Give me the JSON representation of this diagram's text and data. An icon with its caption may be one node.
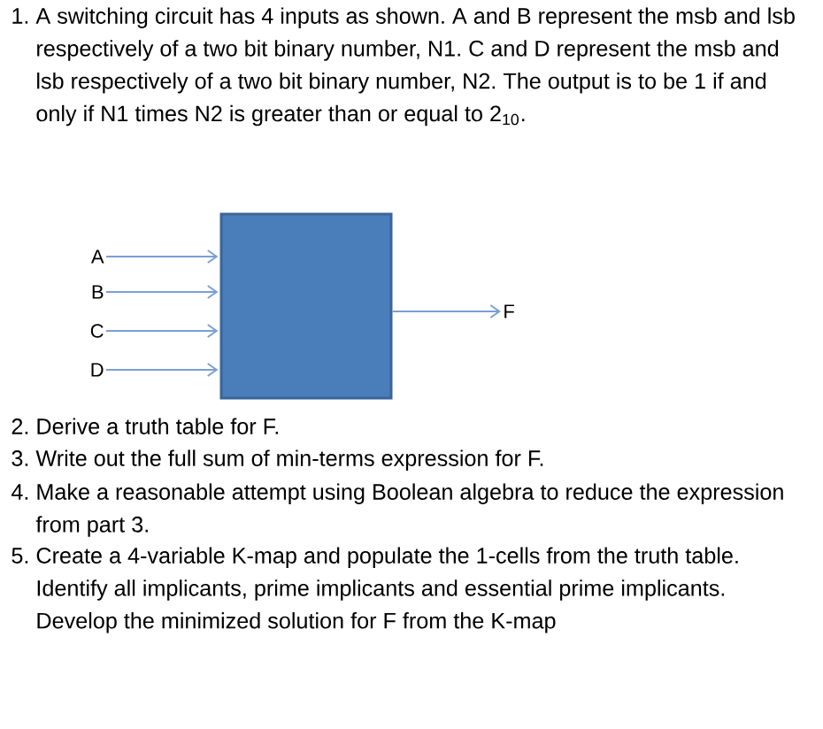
{
  "diagram": {
    "nodes": [
      {
        "text": [
          "A"
        ]
      },
      {
        "text": [
          "B"
        ]
      },
      {
        "text": [
          "C"
        ]
      },
      {
        "text": [
          "D"
        ]
      },
      {
        "text": [],
        "shape": "box"
      },
      {
        "text": [
          "F"
        ]
      }
    ],
    "edges": [
      {
        "from": 0,
        "to": 4,
        "arrow": "to"
      },
      {
        "from": 1,
        "to": 4,
        "arrow": "to"
      },
      {
        "from": 2,
        "to": 4,
        "arrow": "to"
      },
      {
        "from": 3,
        "to": 4,
        "arrow": "to"
      },
      {
        "from": 4,
        "to": 5,
        "arrow": "to"
      }
    ],
    "labels": [
      "1. A switching circuit has 4 inputs as shown. A and B represent the msb and lsb respectively of a two bit binary number, N1. C and D represent the msb and lsb respectively of a two bit binary number, N2. The output is to be 1 if and only if N1 times N2 is greater than or equal to 2$_{10}$.",
      "2. Derive a truth table for F.",
      "3. Write out the full sum of min-terms expression for F.",
      "4. Make a reasonable attempt using Boolean algebra to reduce the expression from part 3.",
      "5. Create a 4-variable K-map and populate the 1-cells from the truth table.  Identify all implicants, prime implicants and essential prime implicants.  Develop the minimized solution for F from the K-map"
    ]
  }
}
